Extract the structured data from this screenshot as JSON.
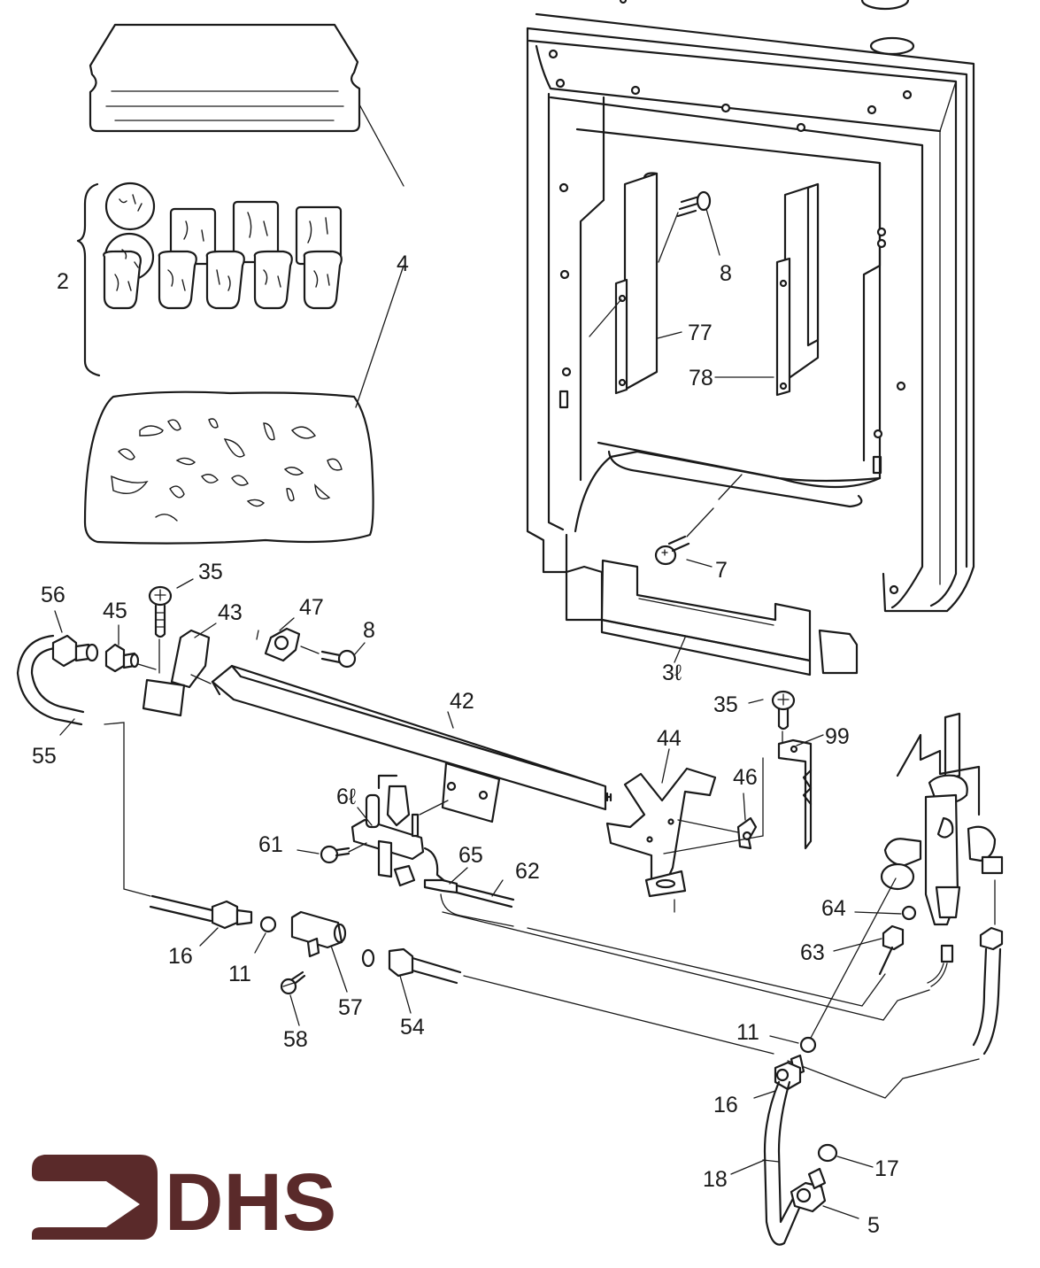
{
  "diagram": {
    "type": "exploded-parts-diagram",
    "subject": "Gas fire assembly: fuel bed, fascia frame, burner and gas control",
    "brand": {
      "logo_text": "DHS",
      "logo_color": "#5a2a2a"
    },
    "callouts": [
      {
        "id": "c2",
        "label": "2",
        "part": "fuel-bed-coals-set"
      },
      {
        "id": "c4",
        "label": "4",
        "part": "fuel-bed-assembly"
      },
      {
        "id": "c8a",
        "label": "8",
        "part": "bracket-screw"
      },
      {
        "id": "c77",
        "label": "77",
        "part": "left-side-bracket"
      },
      {
        "id": "c78",
        "label": "78",
        "part": "right-side-bracket"
      },
      {
        "id": "c7",
        "label": "7",
        "part": "frame-screw"
      },
      {
        "id": "c3l",
        "label": "3ℓ",
        "part": "bottom-support-rail"
      },
      {
        "id": "c35a",
        "label": "35",
        "part": "bracket-screw-left"
      },
      {
        "id": "c56",
        "label": "56",
        "part": "pipe-nut"
      },
      {
        "id": "c45",
        "label": "45",
        "part": "injector"
      },
      {
        "id": "c43",
        "label": "43",
        "part": "injector-bracket"
      },
      {
        "id": "c47",
        "label": "47",
        "part": "clip-nut"
      },
      {
        "id": "c8b",
        "label": "8",
        "part": "burner-screw"
      },
      {
        "id": "c42",
        "label": "42",
        "part": "burner"
      },
      {
        "id": "c55",
        "label": "55",
        "part": "gas-supply-pipe"
      },
      {
        "id": "c35b",
        "label": "35",
        "part": "bracket-screw-right"
      },
      {
        "id": "c99",
        "label": "99",
        "part": "control-bracket"
      },
      {
        "id": "c44",
        "label": "44",
        "part": "burner-support-bracket"
      },
      {
        "id": "c46",
        "label": "46",
        "part": "spring-clip"
      },
      {
        "id": "c6l",
        "label": "6ℓ",
        "part": "pilot-assembly"
      },
      {
        "id": "c61",
        "label": "61",
        "part": "pilot-screw"
      },
      {
        "id": "c65",
        "label": "65",
        "part": "thermocouple-nut"
      },
      {
        "id": "c62",
        "label": "62",
        "part": "thermocouple"
      },
      {
        "id": "c64",
        "label": "64",
        "part": "olive"
      },
      {
        "id": "c63",
        "label": "63",
        "part": "pilot-pipe-nut"
      },
      {
        "id": "c16a",
        "label": "16",
        "part": "pipe-nut"
      },
      {
        "id": "c11a",
        "label": "11",
        "part": "olive"
      },
      {
        "id": "c57",
        "label": "57",
        "part": "pressure-test-point"
      },
      {
        "id": "c58",
        "label": "58",
        "part": "test-point-screw"
      },
      {
        "id": "c54",
        "label": "54",
        "part": "pipe-nut"
      },
      {
        "id": "c11b",
        "label": "11",
        "part": "olive"
      },
      {
        "id": "c16b",
        "label": "16",
        "part": "pipe-nut"
      },
      {
        "id": "c18",
        "label": "18",
        "part": "inlet-pipe"
      },
      {
        "id": "c17",
        "label": "17",
        "part": "olive"
      },
      {
        "id": "c5",
        "label": "5",
        "part": "inlet-nut"
      }
    ]
  }
}
